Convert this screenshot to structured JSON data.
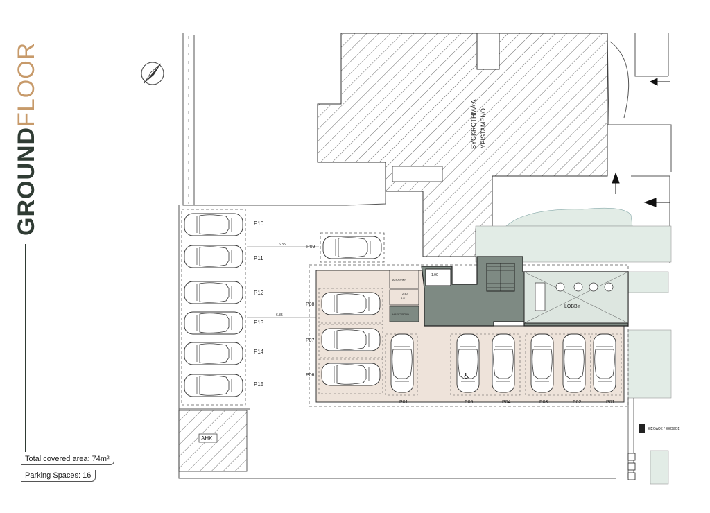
{
  "title": {
    "primary": "GROUND",
    "secondary": "FLOOR"
  },
  "info": {
    "covered_area": "Total covered area: 74m²",
    "parking_spaces": "Parking Spaces: 16"
  },
  "plan": {
    "neighbor_building": "SYGKROTHMA A",
    "neighbor_building_sub": "YFISTAMENO",
    "lobby_label": "LOBBY",
    "ahk_label": "AHK",
    "entrance_label": "ΕΙΣΟΔΟΣ / ΕΞΟΔΟΣ",
    "parking_left": [
      "P10",
      "P11",
      "P12",
      "P13",
      "P14",
      "P15"
    ],
    "parking_center": [
      "P08",
      "P07",
      "P06",
      "P09"
    ],
    "parking_bottom": [
      "P01",
      "P05",
      "P04",
      "P03",
      "P02",
      "P01"
    ],
    "rooms": [
      "ΑΠΟΘΗΚΗ",
      "Α/Κ",
      "ΗΛΕΚΤΡ/ΣΙΟ"
    ],
    "dims": [
      "1.90",
      "2.40",
      "6.35",
      "6.35"
    ]
  },
  "colors": {
    "title_dark": "#2f3b33",
    "title_accent": "#c79a6a",
    "core_fill": "#7e8a83",
    "green_fill": "#e2ece6",
    "parking_fill": "#eee3da"
  }
}
